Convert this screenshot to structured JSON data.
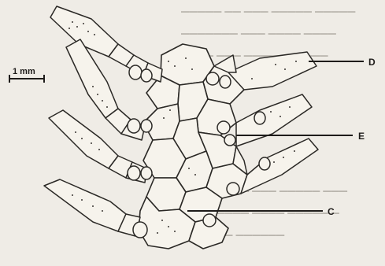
{
  "figure": {
    "scale_label": "1 mm",
    "labels": {
      "D": "D",
      "E": "E",
      "C": "C"
    }
  }
}
